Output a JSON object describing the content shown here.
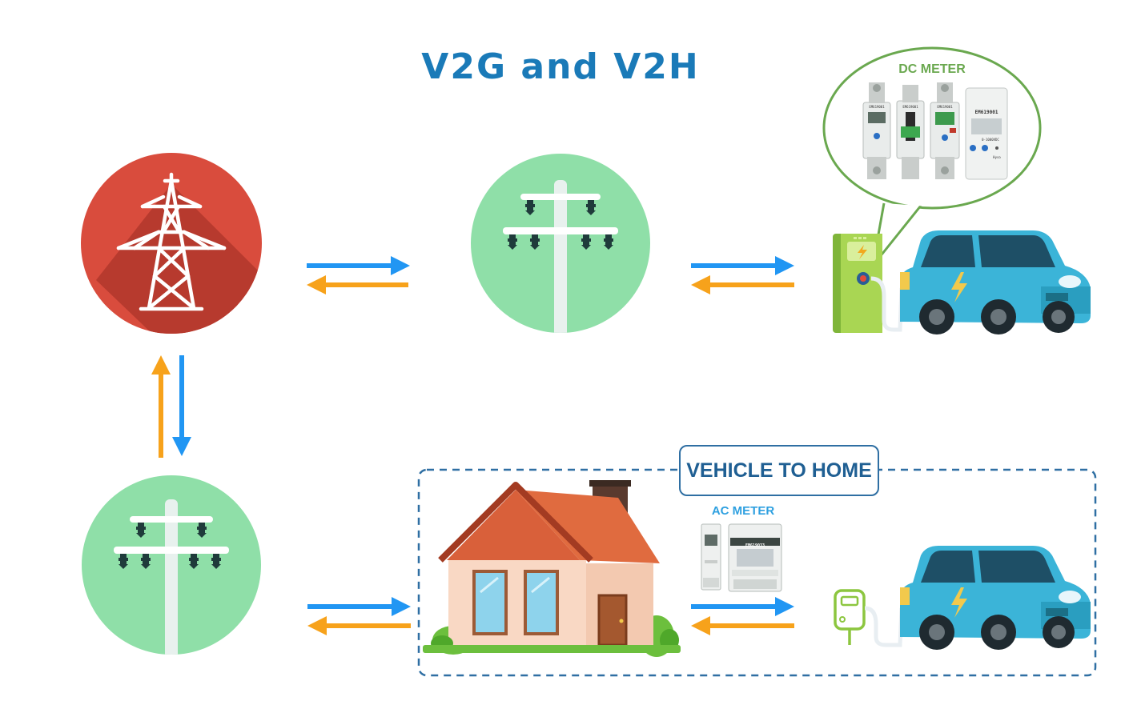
{
  "title": "V2G and V2H",
  "dc_meter": {
    "label": "DC METER",
    "model_labels": [
      "EM619001",
      "EM619001",
      "EM619001",
      "EM619001"
    ],
    "range_label": "0-1000VDC",
    "brand_mark": "Hyso"
  },
  "ac_meter": {
    "label": "AC METER",
    "model_label": "EM619033"
  },
  "vehicle_to_home": {
    "label": "VEHICLE TO HOME"
  },
  "colors": {
    "title": "#1a7ab8",
    "arrow_blue": "#2196f3",
    "arrow_orange": "#f7a21b",
    "tower_circle": "#d94c3d",
    "pole_circle": "#8fdfa8",
    "car": "#3bb4d8",
    "charger": "#8cc63f",
    "bubble_border": "#6aa84f",
    "dashed_box": "#2f6fa3"
  },
  "icons": [
    "transmission-tower-icon",
    "power-pole-icon",
    "ev-charger-icon",
    "electric-car-icon",
    "house-icon",
    "wall-socket-icon",
    "dc-meter-device",
    "ac-meter-device"
  ]
}
